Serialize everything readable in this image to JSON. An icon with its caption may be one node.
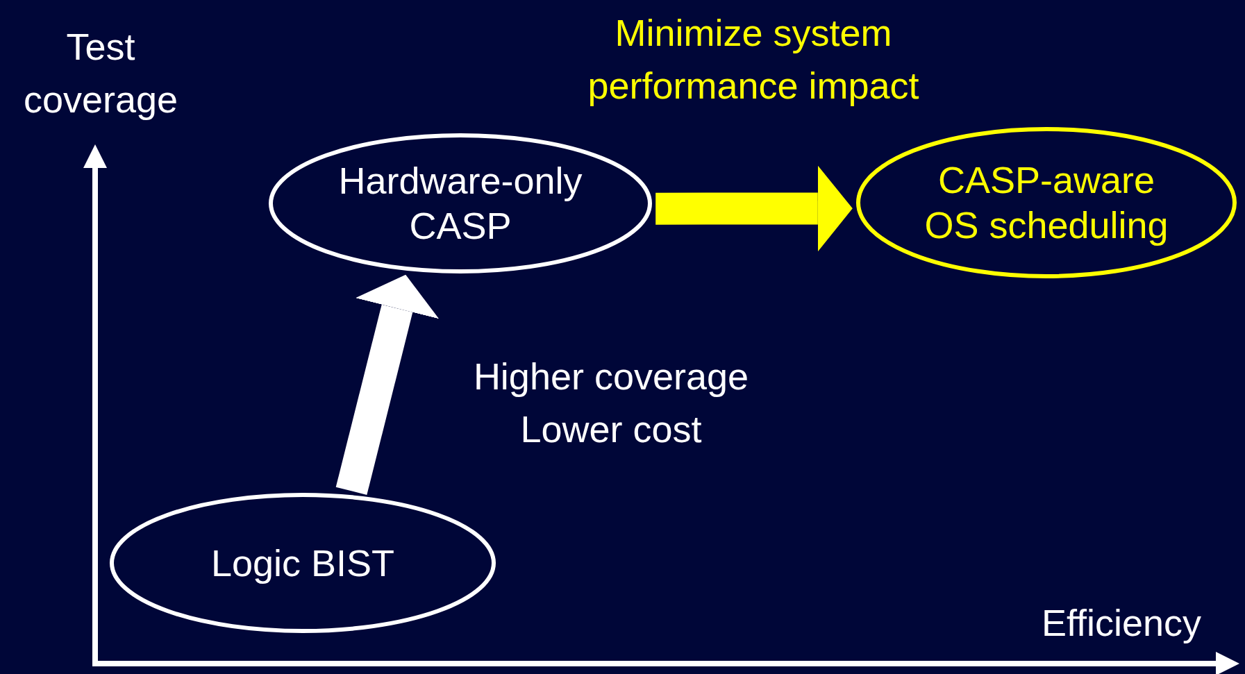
{
  "diagram": {
    "nodes": [
      {
        "text": [
          "Hardware-only CASP"
        ]
      },
      {
        "text": [
          "CASP-aware OS scheduling"
        ]
      },
      {
        "text": [
          "Logic BIST"
        ]
      }
    ],
    "edges": [
      {
        "from": 2,
        "to": 0,
        "arrow": "to",
        "label": "Higher coverage Lower cost",
        "color": "#ffffff"
      },
      {
        "from": 0,
        "to": 1,
        "arrow": "to",
        "label": "Minimize system performance impact",
        "color": "#ffff00"
      }
    ],
    "labels": [
      "Test coverage",
      "Efficiency"
    ]
  }
}
